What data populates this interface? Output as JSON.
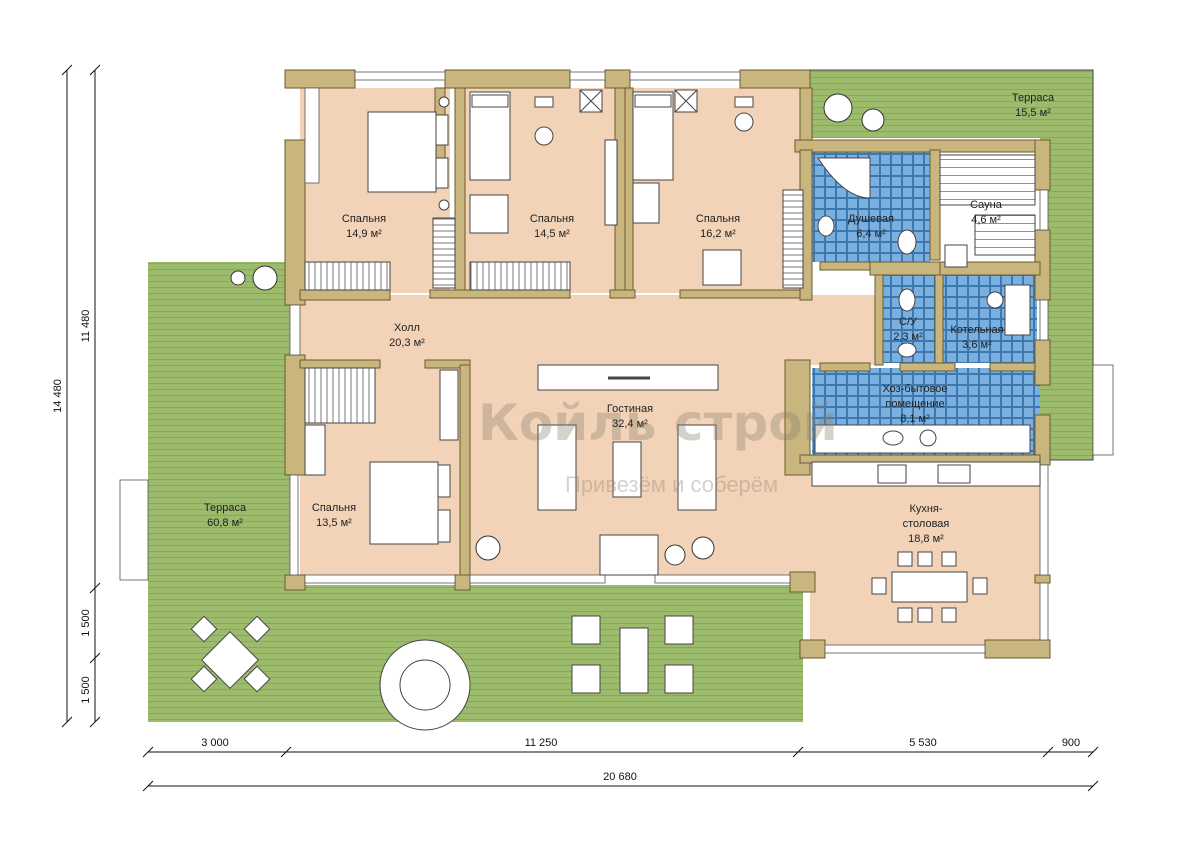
{
  "rooms": {
    "bedroom1": {
      "name": "Спальня",
      "area": "14,9 м²"
    },
    "bedroom2": {
      "name": "Спальня",
      "area": "14,5 м²"
    },
    "bedroom3": {
      "name": "Спальня",
      "area": "16,2 м²"
    },
    "bedroom4": {
      "name": "Спальня",
      "area": "13,5 м²"
    },
    "hall": {
      "name": "Холл",
      "area": "20,3 м²"
    },
    "living": {
      "name": "Гостиная",
      "area": "32,4 м²"
    },
    "shower": {
      "name": "Душевая",
      "area": "6,4 м²"
    },
    "sauna": {
      "name": "Сауна",
      "area": "4,6 м²"
    },
    "wc": {
      "name": "С/У",
      "area": "2,3 м²"
    },
    "boiler": {
      "name": "Котельная",
      "area": "3,6 м²"
    },
    "utility": {
      "name_line1": "Хоз-бытовое",
      "name_line2": "помещение",
      "area": "8,1 м²"
    },
    "kitchen": {
      "name_line1": "Кухня-",
      "name_line2": "столовая",
      "area": "18,8 м²"
    },
    "terrace_big": {
      "name": "Терраса",
      "area": "60,8 м²"
    },
    "terrace_small": {
      "name": "Терраса",
      "area": "15,5 м²"
    }
  },
  "dimensions": {
    "bottom": [
      "3 000",
      "11 250",
      "5 530",
      "900"
    ],
    "total": "20 680",
    "left_inner": [
      "11 480",
      "1 500",
      "1 500"
    ],
    "left_total": "14 480"
  },
  "watermark": {
    "brand": "Койль строй",
    "slogan": "Привезём и соберём"
  },
  "colors": {
    "room_floor": "#f2d3b8",
    "terrace": "#9cbb6d",
    "wall": "#c9b57e",
    "tile": "#6ea6d8"
  }
}
